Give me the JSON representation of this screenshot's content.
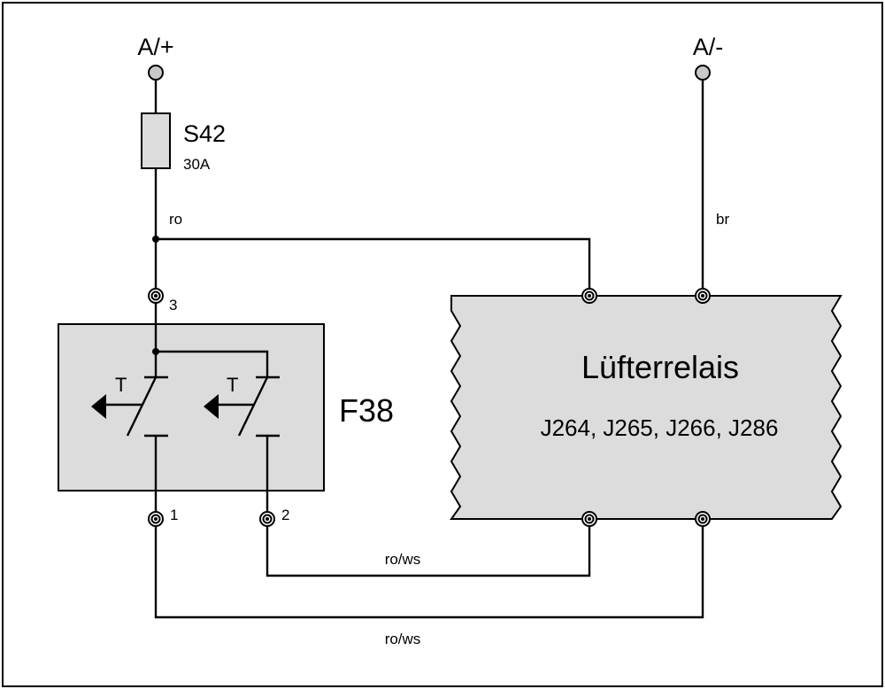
{
  "supply": {
    "plus_label": "A/+",
    "minus_label": "A/-"
  },
  "fuse": {
    "name": "S42",
    "rating": "30A"
  },
  "relay": {
    "title": "Lüfterrelais",
    "codes": "J264, J265, J266, J286"
  },
  "switch_unit": {
    "name": "F38",
    "contact_label_1": "T",
    "contact_label_2": "T",
    "pin_3": "3",
    "pin_1": "1",
    "pin_2": "2"
  },
  "wires": {
    "red": "ro",
    "brown": "br",
    "red_white_upper": "ro/ws",
    "red_white_lower": "ro/ws"
  },
  "colors": {
    "component_fill": "#dcdcdc",
    "line": "#000000",
    "supply_terminal": "#c8c8c8"
  }
}
